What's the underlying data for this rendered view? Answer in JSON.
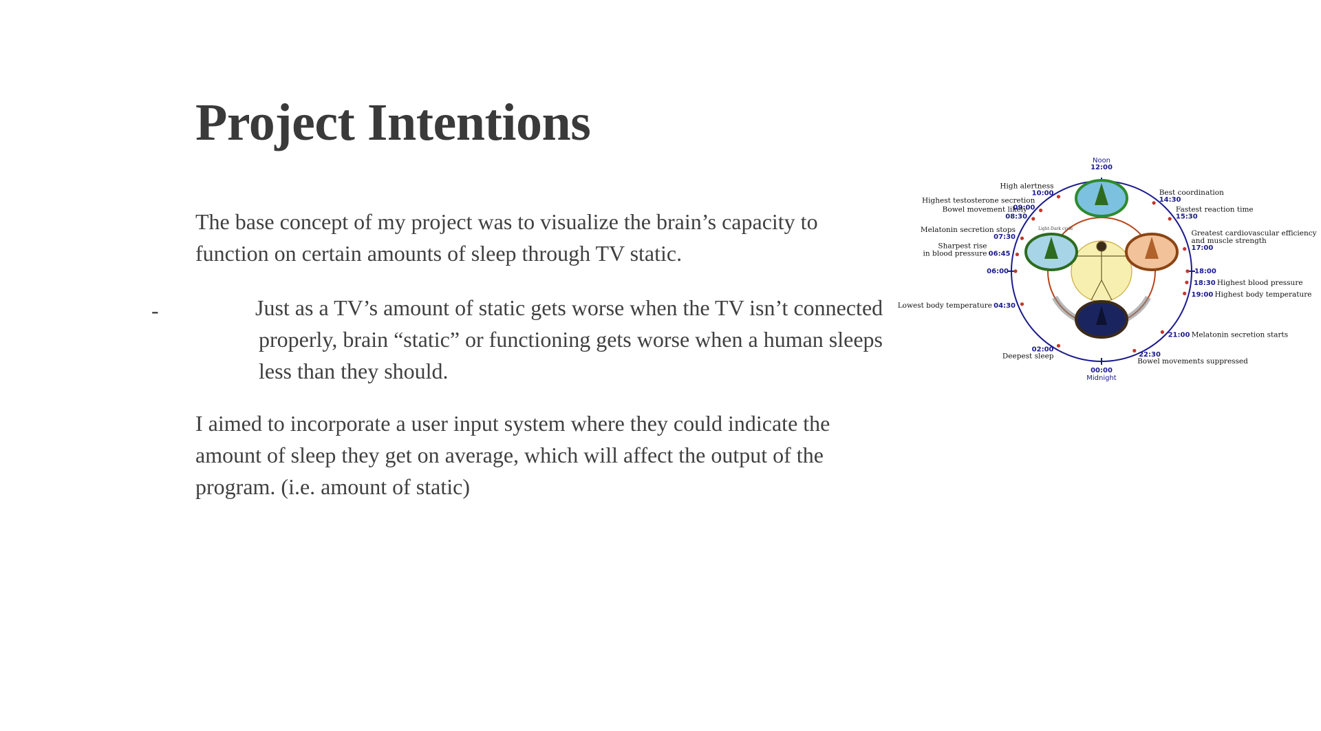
{
  "slide": {
    "title": "Project Intentions",
    "paragraph1": "The base concept of my project was to visualize the brain’s capacity to function on certain amounts of sleep through TV static.",
    "bullet_marker": "-",
    "bullet_text": "Just as a TV’s amount of static gets worse when the TV isn’t connected properly, brain “static” or functioning gets worse when a human sleeps less than they should.",
    "paragraph2": "I aimed to incorporate a user input system where they could indicate the amount of sleep they get on average, which will affect the output of the program. (i.e. amount of static)"
  },
  "clock": {
    "noon_label": "Noon",
    "noon_time": "12:00",
    "midnight_label": "Midnight",
    "midnight_time": "00:00",
    "center_label": "Light-Dark cycle",
    "events_left": [
      {
        "label": "High alertness",
        "time": "10:00"
      },
      {
        "label": "Highest testosterone secretion",
        "time": "09:00"
      },
      {
        "label": "Bowel movement likely",
        "time": "08:30"
      },
      {
        "label": "Melatonin secretion stops",
        "time": "07:30"
      },
      {
        "label": "Sharpest rise",
        "label2": "in blood pressure",
        "time": "06:45"
      },
      {
        "label": "",
        "time": "06:00"
      },
      {
        "label": "Lowest body temperature",
        "time": "04:30"
      },
      {
        "label": "Deepest sleep",
        "time": "02:00"
      }
    ],
    "events_right": [
      {
        "label": "Best coordination",
        "time": "14:30"
      },
      {
        "label": "Fastest reaction time",
        "time": "15:30"
      },
      {
        "label": "Greatest cardiovascular efficiency",
        "label2": "and muscle strength",
        "time": "17:00"
      },
      {
        "label": "",
        "time": "18:00"
      },
      {
        "label": "Highest blood pressure",
        "time": "18:30"
      },
      {
        "label": "Highest body temperature",
        "time": "19:00"
      },
      {
        "label": "Melatonin secretion starts",
        "time": "21:00"
      },
      {
        "label": "Bowel movements suppressed",
        "time": "22:30"
      }
    ],
    "colors": {
      "ring": "#1a1a8c",
      "arrow": "#c0392b",
      "orbit": "#b5451b",
      "morning": "#2e6b1f",
      "noon": "#2e8b2e",
      "evening": "#8b4513",
      "night": "#1a1a4a"
    }
  }
}
